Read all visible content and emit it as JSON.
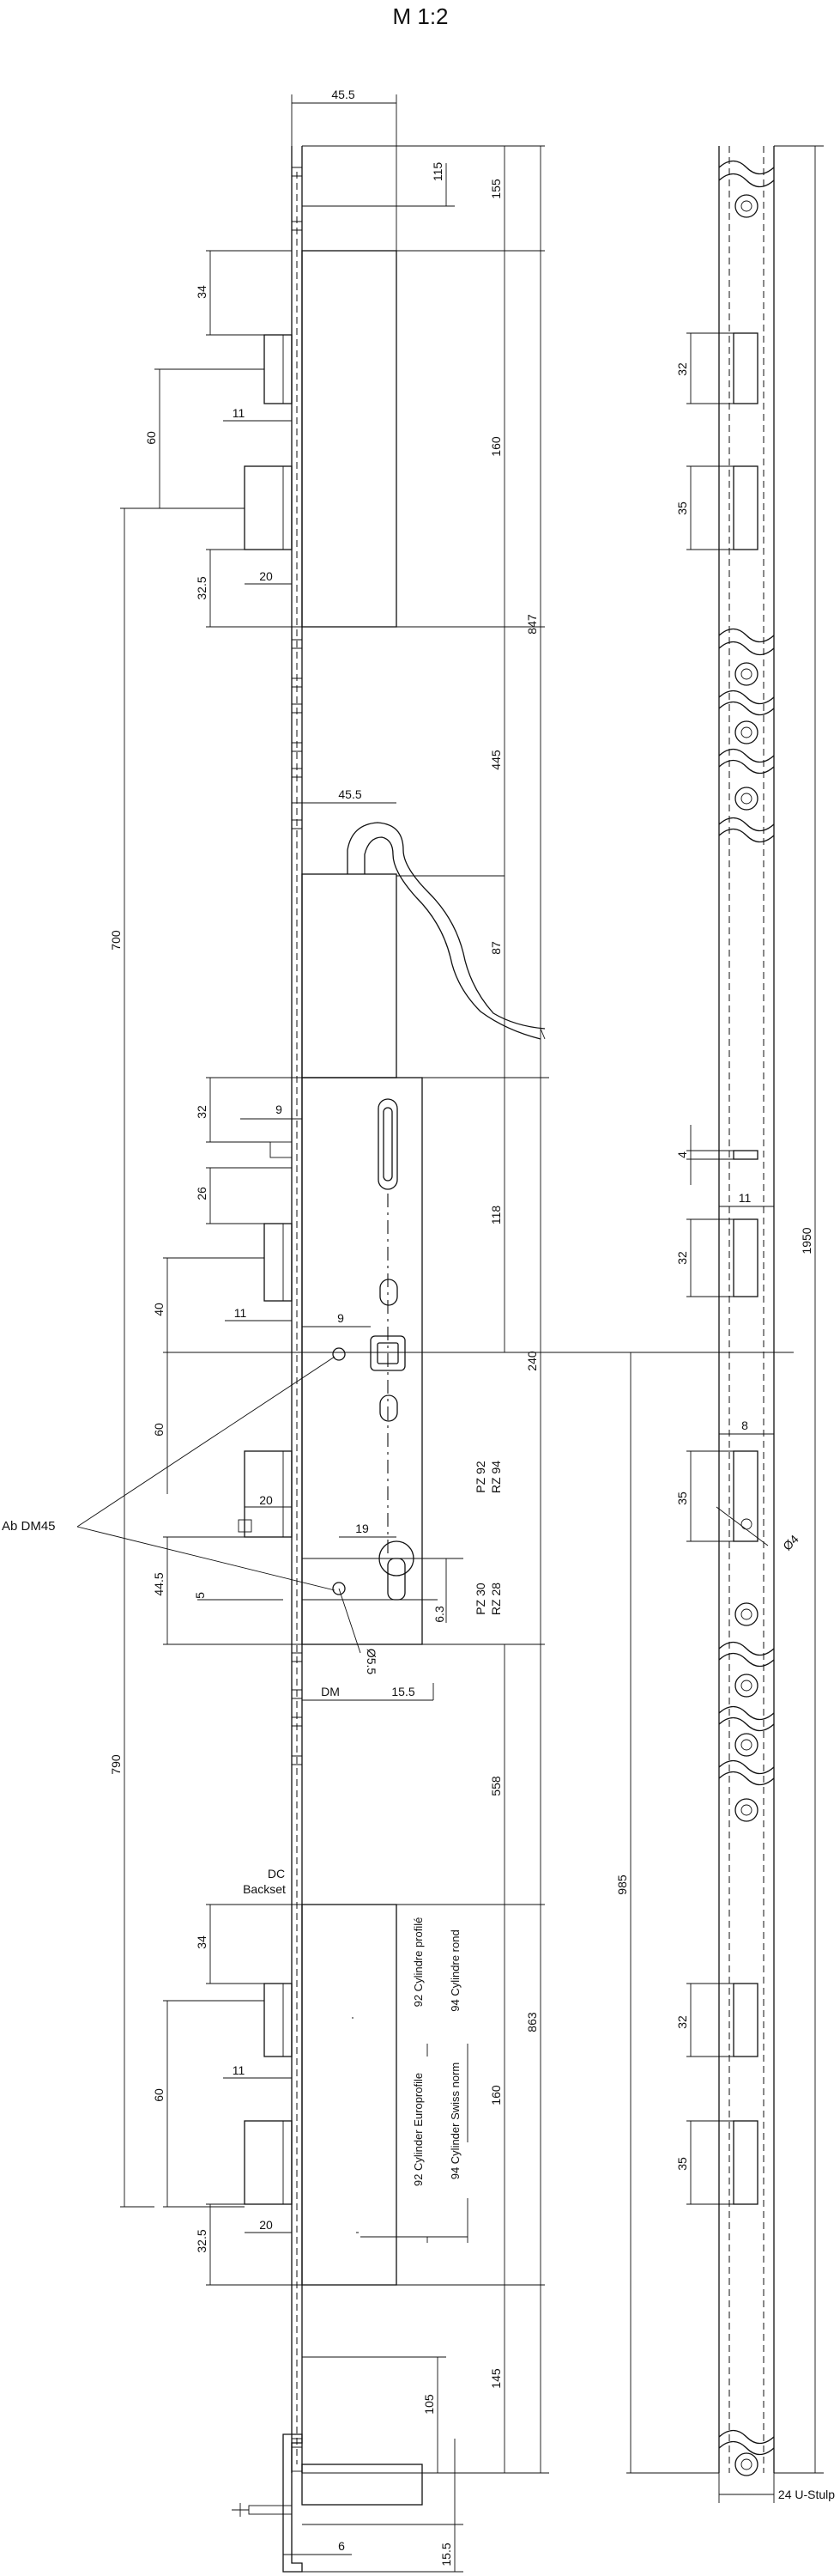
{
  "scale": "M 1:2",
  "dimensions": {
    "top_width": "45.5",
    "d115": "115",
    "d155": "155",
    "d34a": "34",
    "d60a": "60",
    "d11a": "11",
    "d20a": "20",
    "d325a": "32.5",
    "d160a": "160",
    "d847": "847",
    "d445": "445",
    "mid_width": "45.5",
    "d87": "87",
    "d700": "700",
    "d32a": "32",
    "d9a": "9",
    "d26": "26",
    "d118": "118",
    "d40": "40",
    "d11b": "11",
    "d9b": "9",
    "d240": "240",
    "d60b": "60",
    "d20b": "20",
    "d445b": "44.5",
    "d5": "5",
    "d19": "19",
    "d63": "6.3",
    "dia55": "Ø5.5",
    "d155b": "15.5",
    "d558": "558",
    "d790": "790",
    "d34b": "34",
    "d60c": "60",
    "d11c": "11",
    "d20c": "20",
    "d325b": "32.5",
    "d160b": "160",
    "d863": "863",
    "d145": "145",
    "d105": "105",
    "b6": "6",
    "b155": "15.5",
    "r32a": "32",
    "r35a": "35",
    "r4": "4",
    "r11": "11",
    "r32b": "32",
    "r8": "8",
    "r35b": "35",
    "dia4": "Ø4",
    "r1950": "1950",
    "r985": "985",
    "r32c": "32",
    "r35c": "35"
  },
  "labels": {
    "ab_dm45": "Ab DM45",
    "dm": "DM",
    "dc": "DC",
    "backset": "Backset",
    "pz92": "PZ 92",
    "rz94": "RZ 94",
    "pz30": "PZ 30",
    "rz28": "RZ 28",
    "cyl_profile": "92 Cylindre profilé",
    "cyl_rond": "94 Cylindre rond",
    "cyl_euro": "92 Cylinder Europrofile",
    "cyl_swiss": "94 Cylinder Swiss norm",
    "u_stulp": "24 U-Stulp"
  }
}
